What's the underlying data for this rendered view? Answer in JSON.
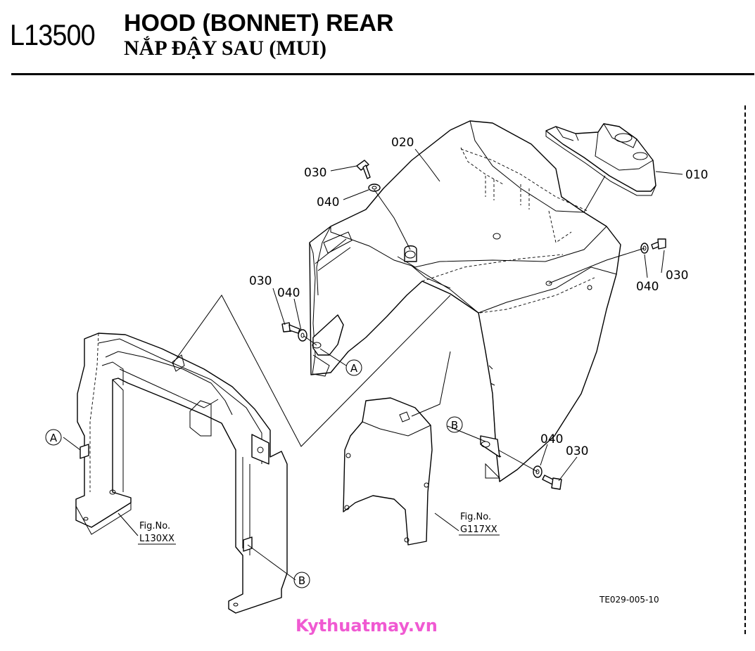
{
  "header": {
    "code": "L13500",
    "title_en": "HOOD (BONNET) REAR",
    "title_vi": "NẮP ĐẬY SAU (MUI)"
  },
  "callouts": {
    "p010": "010",
    "p020": "020",
    "p030_top": "030",
    "p040_top": "040",
    "p030_left": "030",
    "p040_left": "040",
    "p040_right": "040",
    "p030_right": "030",
    "p040_bottom": "040",
    "p030_bottom": "030"
  },
  "markers": {
    "a_hood": "A",
    "a_frame": "A",
    "b_hood": "B",
    "b_frame": "B"
  },
  "references": {
    "frame_label": "Fig.No.",
    "frame_code": "L130XX",
    "panel_label": "Fig.No.",
    "panel_code": "G117XX"
  },
  "drawing_code": "TE029-005-10",
  "watermark": {
    "text": "Kythuatmay.vn",
    "color": "#f05ad2"
  }
}
